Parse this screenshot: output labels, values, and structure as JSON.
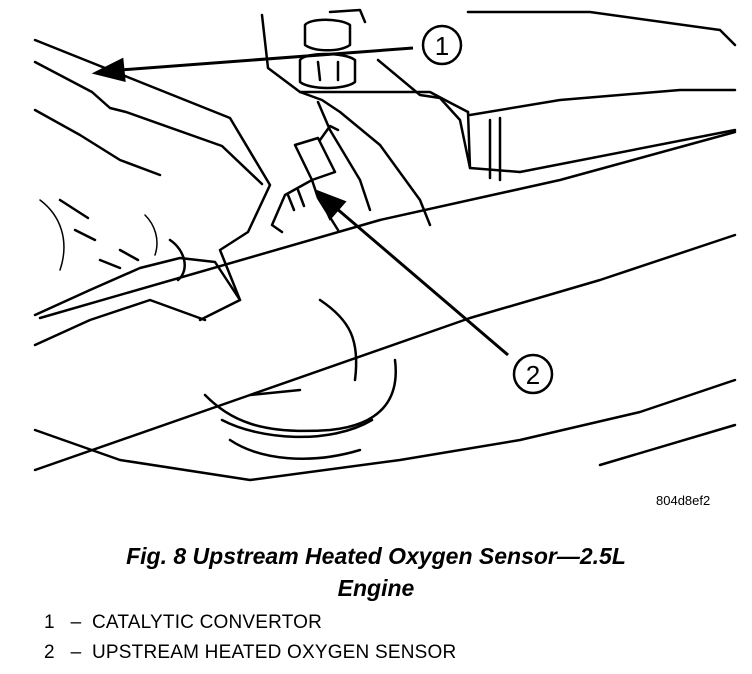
{
  "figure": {
    "code": "804d8ef2",
    "caption_line1": "Fig. 8 Upstream Heated Oxygen Sensor—2.5L",
    "caption_line2": "Engine"
  },
  "callouts": [
    {
      "number": "1"
    },
    {
      "number": "2"
    }
  ],
  "legend": [
    {
      "number": "1",
      "dash": "–",
      "label": "CATALYTIC CONVERTOR"
    },
    {
      "number": "2",
      "dash": "–",
      "label": "UPSTREAM HEATED OXYGEN SENSOR"
    }
  ]
}
